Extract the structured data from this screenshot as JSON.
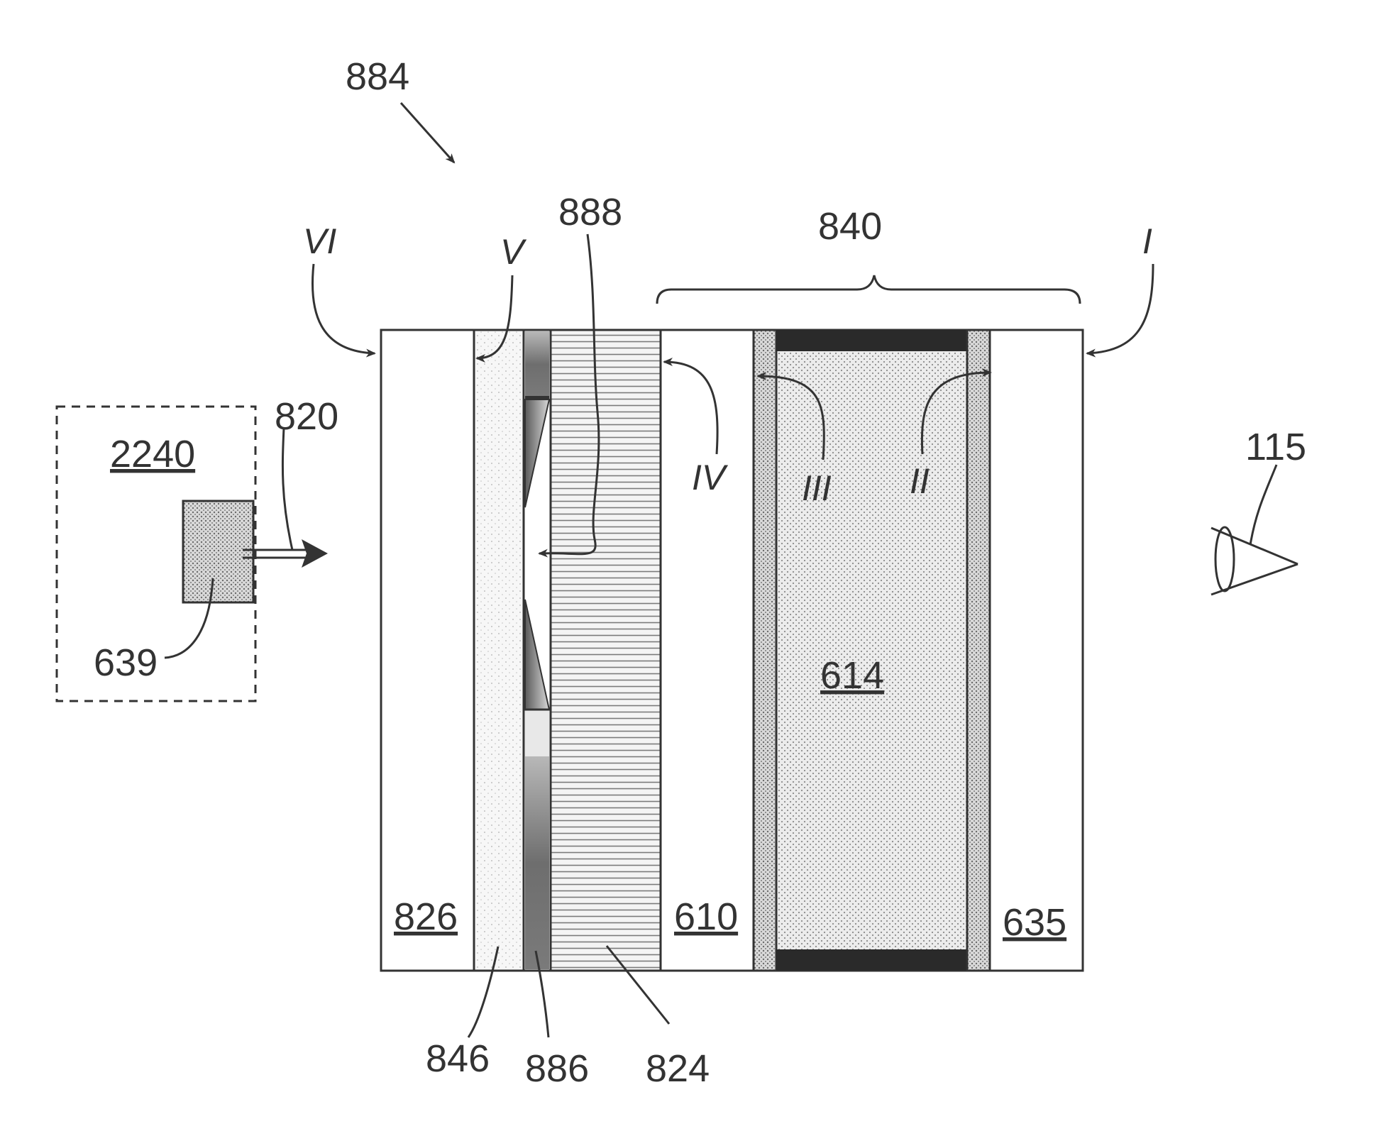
{
  "figure": {
    "labels": {
      "assembly": "884",
      "bracket": "840",
      "layer_888": "888",
      "arrow_820": "820",
      "source_box": "2240",
      "light_source": "639",
      "viewer": "115",
      "layer_826": "826",
      "layer_610": "610",
      "layer_614": "614",
      "layer_635": "635",
      "layer_846": "846",
      "layer_886": "886",
      "layer_824": "824"
    },
    "interfaces": {
      "i": "I",
      "ii": "II",
      "iii": "III",
      "iv": "IV",
      "v": "V",
      "vi": "VI"
    }
  }
}
